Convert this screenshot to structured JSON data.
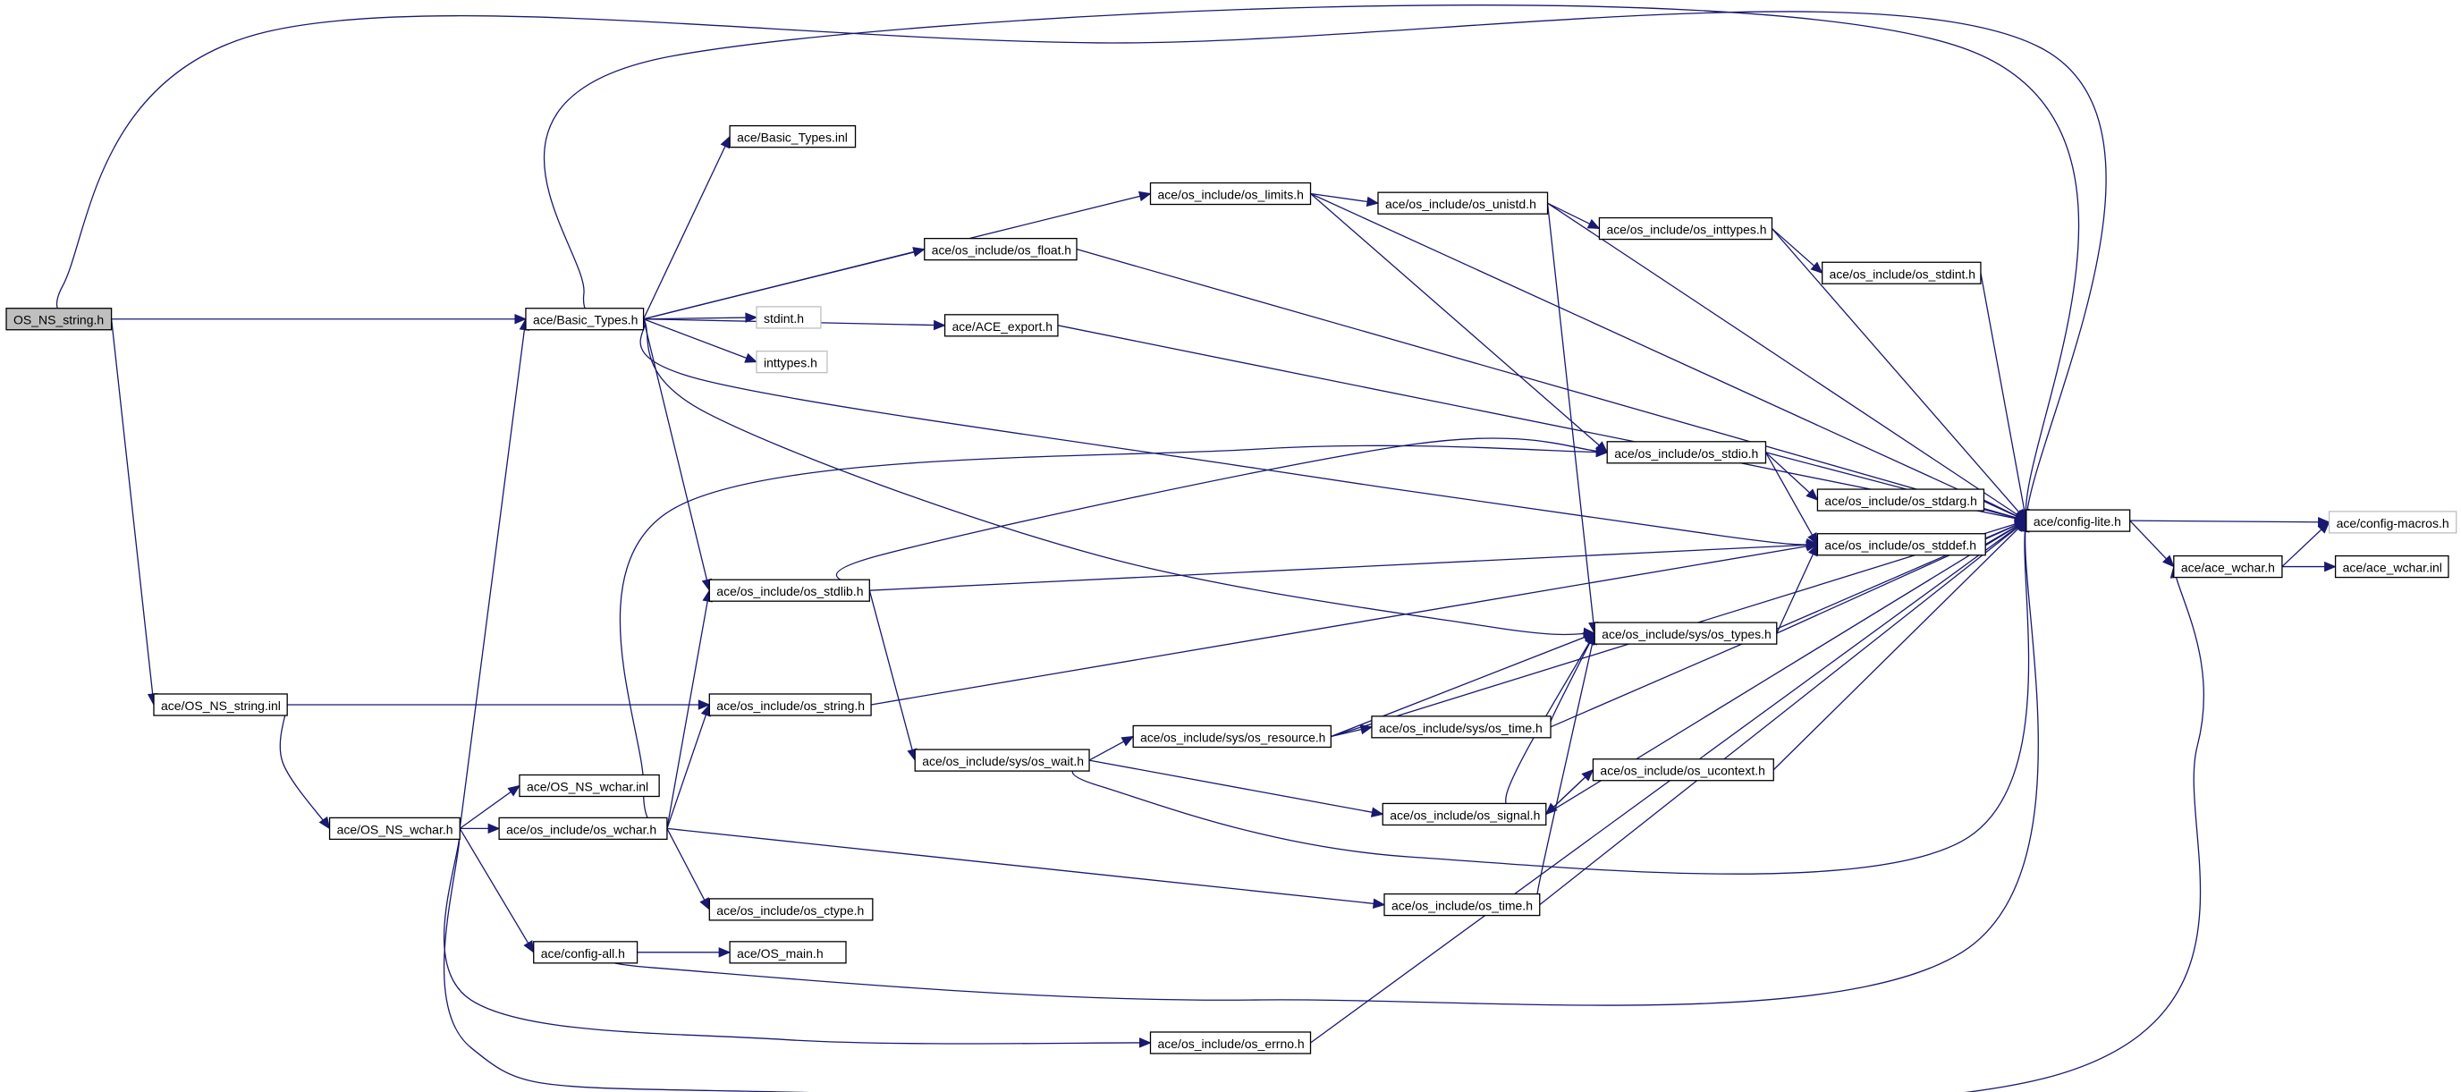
{
  "nodes": [
    {
      "id": "os_ns_string_h",
      "label": "OS_NS_string.h",
      "kind": "root"
    },
    {
      "id": "basic_types_h",
      "label": "ace/Basic_Types.h"
    },
    {
      "id": "basic_types_inl",
      "label": "ace/Basic_Types.inl"
    },
    {
      "id": "os_limits_h",
      "label": "ace/os_include/os_limits.h"
    },
    {
      "id": "os_unistd_h",
      "label": "ace/os_include/os_unistd.h"
    },
    {
      "id": "os_inttypes_h",
      "label": "ace/os_include/os_inttypes.h"
    },
    {
      "id": "os_stdint_h",
      "label": "ace/os_include/os_stdint.h"
    },
    {
      "id": "os_float_h",
      "label": "ace/os_include/os_float.h"
    },
    {
      "id": "stdint_h",
      "label": "stdint.h",
      "kind": "external"
    },
    {
      "id": "inttypes_h",
      "label": "inttypes.h",
      "kind": "external"
    },
    {
      "id": "ace_export_h",
      "label": "ace/ACE_export.h"
    },
    {
      "id": "os_stdio_h",
      "label": "ace/os_include/os_stdio.h"
    },
    {
      "id": "os_stdarg_h",
      "label": "ace/os_include/os_stdarg.h"
    },
    {
      "id": "config_lite_h",
      "label": "ace/config-lite.h"
    },
    {
      "id": "config_macros_h",
      "label": "ace/config-macros.h",
      "kind": "external"
    },
    {
      "id": "os_stddef_h",
      "label": "ace/os_include/os_stddef.h"
    },
    {
      "id": "ace_wchar_h",
      "label": "ace/ace_wchar.h"
    },
    {
      "id": "ace_wchar_inl",
      "label": "ace/ace_wchar.inl"
    },
    {
      "id": "os_stdlib_h",
      "label": "ace/os_include/os_stdlib.h"
    },
    {
      "id": "sys_os_types_h",
      "label": "ace/os_include/sys/os_types.h"
    },
    {
      "id": "os_ns_string_inl",
      "label": "ace/OS_NS_string.inl"
    },
    {
      "id": "os_string_h",
      "label": "ace/os_include/os_string.h"
    },
    {
      "id": "sys_os_resource_h",
      "label": "ace/os_include/sys/os_resource.h"
    },
    {
      "id": "sys_os_time_h",
      "label": "ace/os_include/sys/os_time.h"
    },
    {
      "id": "sys_os_wait_h",
      "label": "ace/os_include/sys/os_wait.h"
    },
    {
      "id": "os_ucontext_h",
      "label": "ace/os_include/os_ucontext.h"
    },
    {
      "id": "os_ns_wchar_inl",
      "label": "ace/OS_NS_wchar.inl"
    },
    {
      "id": "os_ns_wchar_h",
      "label": "ace/OS_NS_wchar.h"
    },
    {
      "id": "os_wchar_h",
      "label": "ace/os_include/os_wchar.h"
    },
    {
      "id": "os_signal_h",
      "label": "ace/os_include/os_signal.h"
    },
    {
      "id": "os_ctype_h",
      "label": "ace/os_include/os_ctype.h"
    },
    {
      "id": "os_time_h",
      "label": "ace/os_include/os_time.h"
    },
    {
      "id": "config_all_h",
      "label": "ace/config-all.h"
    },
    {
      "id": "os_main_h",
      "label": "ace/OS_main.h"
    },
    {
      "id": "os_errno_h",
      "label": "ace/os_include/os_errno.h"
    }
  ],
  "edges": [
    [
      "os_ns_string_h",
      "basic_types_h"
    ],
    [
      "os_ns_string_h",
      "config_lite_h"
    ],
    [
      "os_ns_string_h",
      "os_ns_string_inl"
    ],
    [
      "basic_types_h",
      "basic_types_inl"
    ],
    [
      "basic_types_h",
      "os_limits_h"
    ],
    [
      "basic_types_h",
      "os_float_h"
    ],
    [
      "basic_types_h",
      "stdint_h"
    ],
    [
      "basic_types_h",
      "inttypes_h"
    ],
    [
      "basic_types_h",
      "ace_export_h"
    ],
    [
      "basic_types_h",
      "config_lite_h"
    ],
    [
      "basic_types_h",
      "os_stddef_h"
    ],
    [
      "basic_types_h",
      "os_stdlib_h"
    ],
    [
      "basic_types_h",
      "sys_os_types_h"
    ],
    [
      "os_limits_h",
      "os_unistd_h"
    ],
    [
      "os_limits_h",
      "config_lite_h"
    ],
    [
      "os_limits_h",
      "os_stdio_h"
    ],
    [
      "os_unistd_h",
      "os_inttypes_h"
    ],
    [
      "os_unistd_h",
      "config_lite_h"
    ],
    [
      "os_unistd_h",
      "sys_os_types_h"
    ],
    [
      "os_inttypes_h",
      "os_stdint_h"
    ],
    [
      "os_inttypes_h",
      "config_lite_h"
    ],
    [
      "os_stdint_h",
      "config_lite_h"
    ],
    [
      "os_float_h",
      "config_lite_h"
    ],
    [
      "ace_export_h",
      "config_lite_h"
    ],
    [
      "os_stdio_h",
      "os_stdarg_h"
    ],
    [
      "os_stdio_h",
      "config_lite_h"
    ],
    [
      "os_stdio_h",
      "os_stddef_h"
    ],
    [
      "os_stdarg_h",
      "config_lite_h"
    ],
    [
      "config_lite_h",
      "config_macros_h"
    ],
    [
      "config_lite_h",
      "ace_wchar_h"
    ],
    [
      "ace_wchar_h",
      "config_macros_h"
    ],
    [
      "ace_wchar_h",
      "ace_wchar_inl"
    ],
    [
      "os_stddef_h",
      "config_lite_h"
    ],
    [
      "os_stdlib_h",
      "os_stdio_h"
    ],
    [
      "os_stdlib_h",
      "os_stddef_h"
    ],
    [
      "os_stdlib_h",
      "sys_os_wait_h"
    ],
    [
      "sys_os_types_h",
      "os_stddef_h"
    ],
    [
      "sys_os_types_h",
      "config_lite_h"
    ],
    [
      "os_ns_string_inl",
      "os_string_h"
    ],
    [
      "os_ns_string_inl",
      "os_ns_wchar_h"
    ],
    [
      "os_string_h",
      "os_stddef_h"
    ],
    [
      "sys_os_resource_h",
      "sys_os_time_h"
    ],
    [
      "sys_os_resource_h",
      "sys_os_types_h"
    ],
    [
      "sys_os_resource_h",
      "config_lite_h"
    ],
    [
      "sys_os_time_h",
      "sys_os_types_h"
    ],
    [
      "sys_os_time_h",
      "config_lite_h"
    ],
    [
      "sys_os_wait_h",
      "sys_os_resource_h"
    ],
    [
      "sys_os_wait_h",
      "os_signal_h"
    ],
    [
      "sys_os_wait_h",
      "config_lite_h"
    ],
    [
      "os_ucontext_h",
      "os_signal_h"
    ],
    [
      "os_ucontext_h",
      "config_lite_h"
    ],
    [
      "os_signal_h",
      "sys_os_types_h"
    ],
    [
      "os_signal_h",
      "os_ucontext_h"
    ],
    [
      "os_signal_h",
      "config_lite_h"
    ],
    [
      "os_ns_wchar_h",
      "basic_types_h"
    ],
    [
      "os_ns_wchar_h",
      "os_ns_wchar_inl"
    ],
    [
      "os_ns_wchar_h",
      "os_wchar_h"
    ],
    [
      "os_ns_wchar_h",
      "config_all_h"
    ],
    [
      "os_ns_wchar_h",
      "os_errno_h"
    ],
    [
      "os_ns_wchar_h",
      "ace_wchar_h"
    ],
    [
      "os_wchar_h",
      "os_stdlib_h"
    ],
    [
      "os_wchar_h",
      "os_string_h"
    ],
    [
      "os_wchar_h",
      "os_stdio_h"
    ],
    [
      "os_wchar_h",
      "os_ctype_h"
    ],
    [
      "os_wchar_h",
      "os_time_h"
    ],
    [
      "os_time_h",
      "sys_os_types_h"
    ],
    [
      "os_time_h",
      "config_lite_h"
    ],
    [
      "config_all_h",
      "os_main_h"
    ],
    [
      "config_all_h",
      "config_lite_h"
    ],
    [
      "os_errno_h",
      "config_lite_h"
    ]
  ]
}
